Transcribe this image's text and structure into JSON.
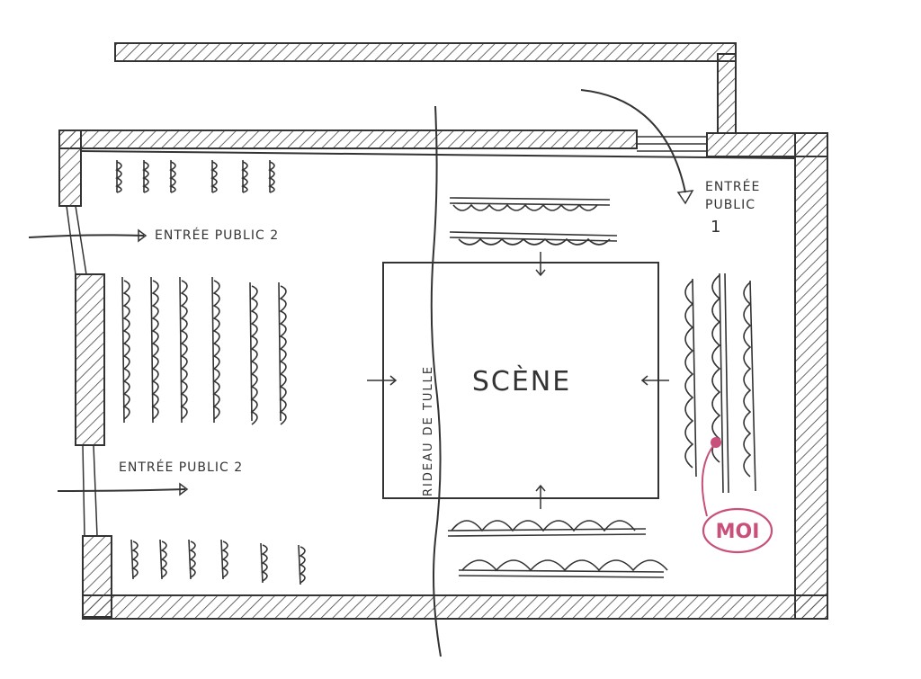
{
  "labels": {
    "entrance_1_line1": "ENTRÉE",
    "entrance_1_line2": "PUBLIC",
    "entrance_1_number": "1",
    "entrance_2_top": "ENTRÉE PUBLIC 2",
    "entrance_2_bottom": "ENTRÉE PUBLIC 2",
    "stage": "SCÈNE",
    "curtain": "RIDEAU DE TULLE",
    "me": "MOI"
  },
  "colors": {
    "ink": "#333333",
    "wall_hatch": "#444444",
    "me_marker": "#c8517b",
    "paper": "#ffffff"
  }
}
